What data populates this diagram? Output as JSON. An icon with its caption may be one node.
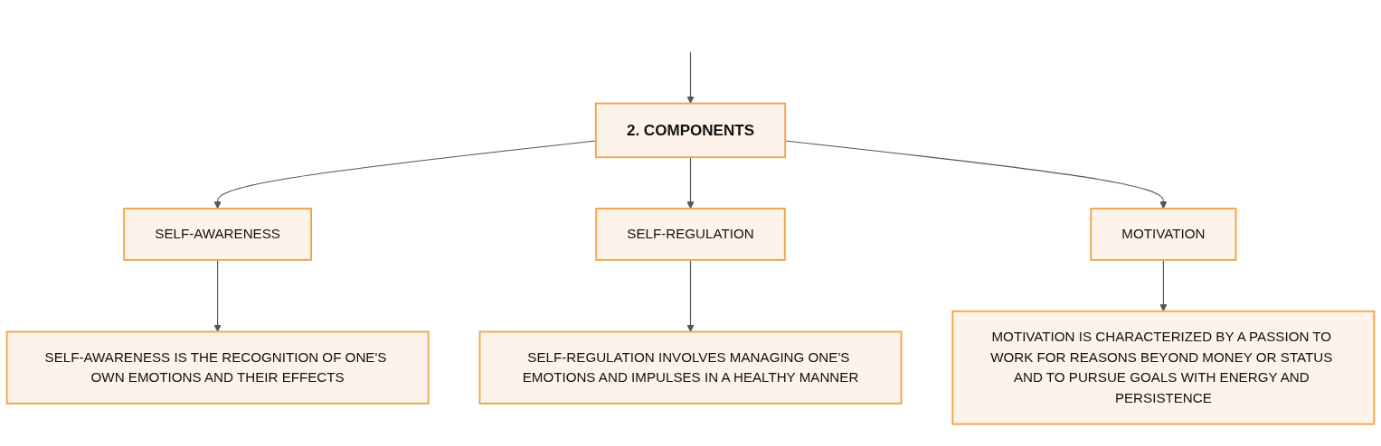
{
  "diagram": {
    "nodes": [
      {
        "text": [
          "2. COMPONENTS"
        ]
      },
      {
        "text": [
          "SELF-AWARENESS"
        ]
      },
      {
        "text": [
          "SELF-REGULATION"
        ]
      },
      {
        "text": [
          "MOTIVATION"
        ]
      },
      {
        "text": [
          "SELF-AWARENESS IS THE RECOGNITION OF ONE'S OWN EMOTIONS AND THEIR EFFECTS"
        ]
      },
      {
        "text": [
          "SELF-REGULATION INVOLVES MANAGING ONE'S EMOTIONS AND IMPULSES IN A HEALTHY MANNER"
        ]
      },
      {
        "text": [
          "MOTIVATION IS CHARACTERIZED BY A PASSION TO WORK FOR REASONS BEYOND MONEY OR STATUS AND TO PURSUE GOALS WITH ENERGY AND PERSISTENCE"
        ]
      }
    ],
    "edges": [
      {
        "from": null,
        "to": 0,
        "arrow": "to"
      },
      {
        "from": 0,
        "to": 1,
        "arrow": "to"
      },
      {
        "from": 0,
        "to": 2,
        "arrow": "to"
      },
      {
        "from": 0,
        "to": 3,
        "arrow": "to"
      },
      {
        "from": 1,
        "to": 4,
        "arrow": "to"
      },
      {
        "from": 2,
        "to": 5,
        "arrow": "to"
      },
      {
        "from": 3,
        "to": 6,
        "arrow": "to"
      }
    ]
  }
}
